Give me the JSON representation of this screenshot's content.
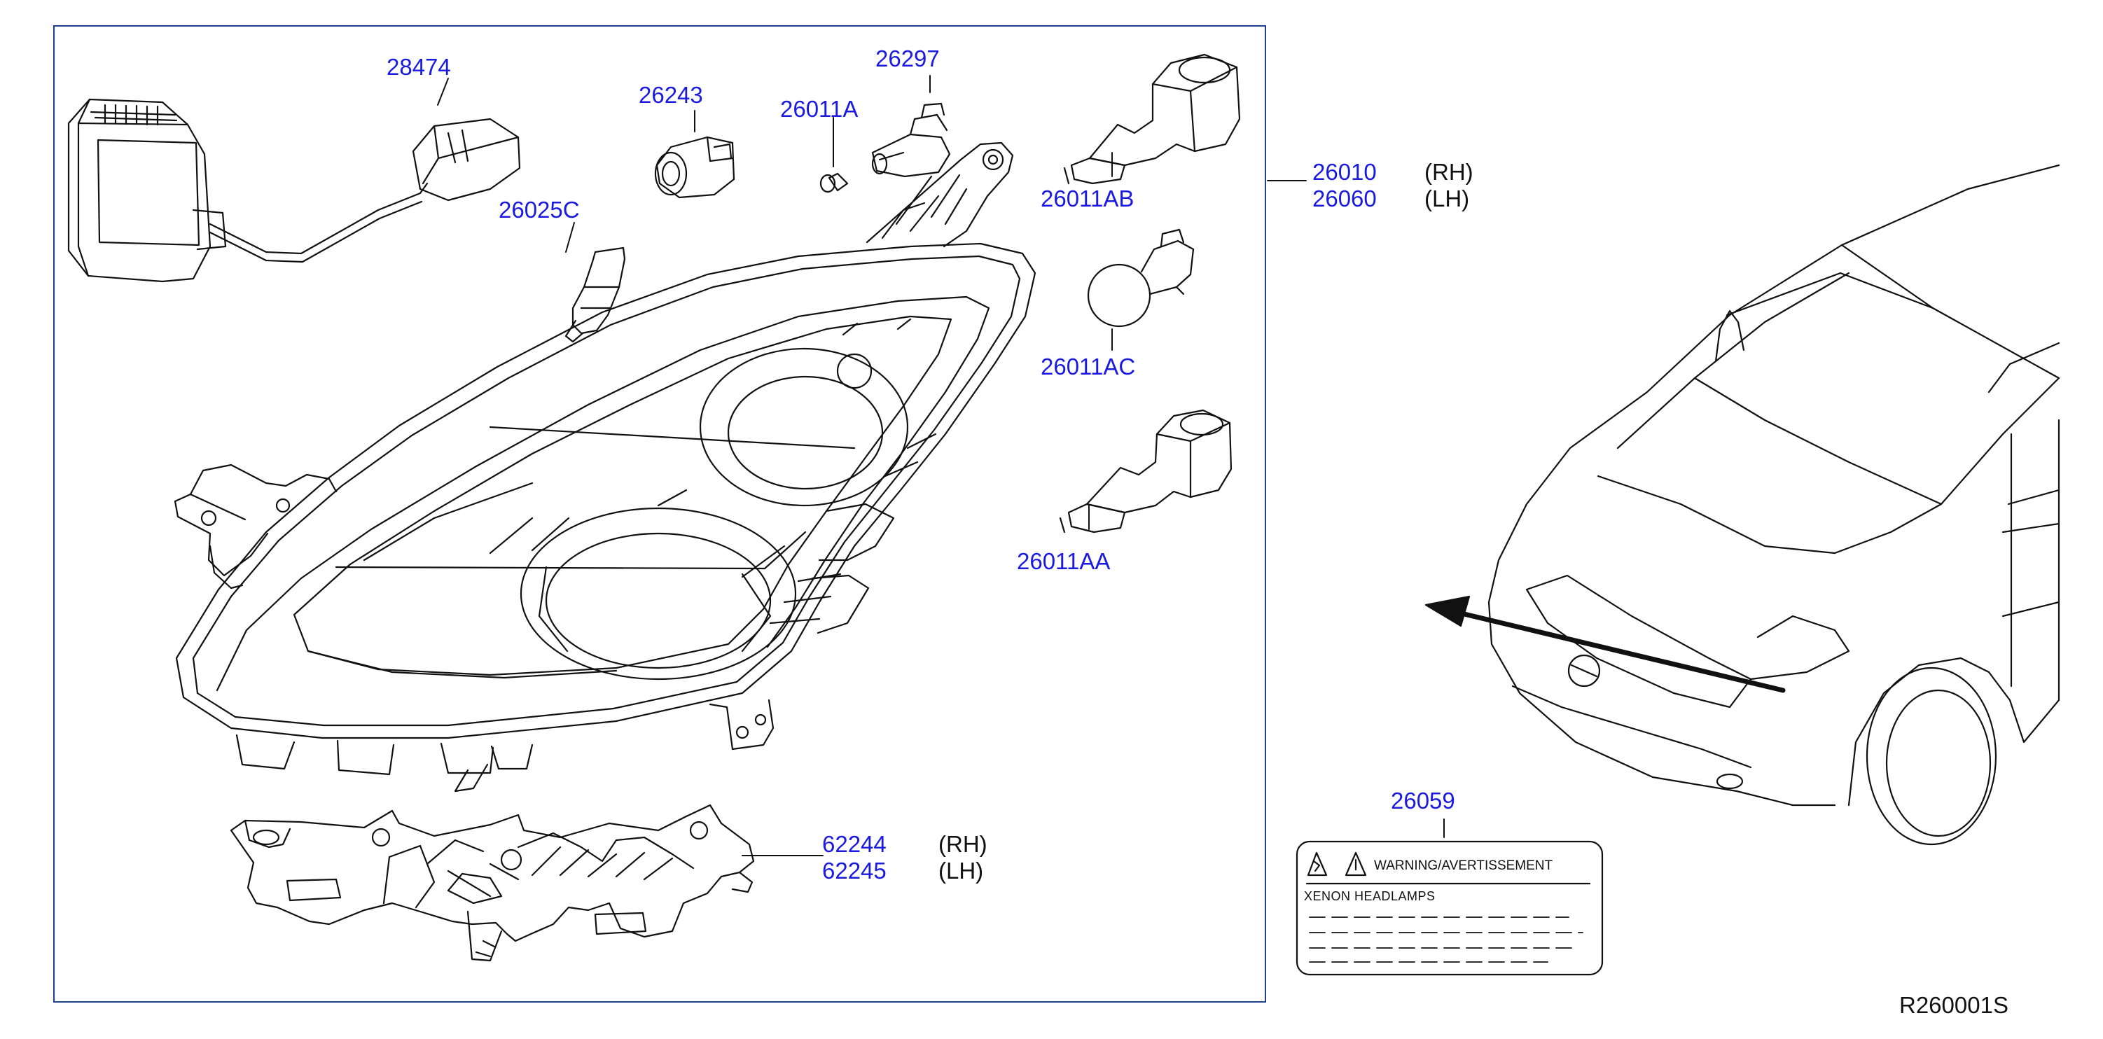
{
  "diagram": {
    "parts": {
      "p28474": "28474",
      "p26243": "26243",
      "p26297": "26297",
      "p26011A": "26011A",
      "p26011AB": "26011AB",
      "p26025C": "26025C",
      "p26011AC": "26011AC",
      "p26011AA": "26011AA",
      "p26010": "26010",
      "p26060": "26060",
      "p62244": "62244",
      "p62245": "62245",
      "p26059": "26059"
    },
    "sides": {
      "rh1": "(RH)",
      "lh1": "(LH)",
      "rh2": "(RH)",
      "lh2": "(LH)"
    },
    "warning_label": {
      "title": "WARNING/AVERTISSEMENT",
      "subtitle": "XENON    HEADLAMPS"
    },
    "figure_code": "R260001S"
  },
  "colors": {
    "part_number": "#1a1ae0",
    "frame": "#1f3f8f",
    "line": "#111111"
  }
}
